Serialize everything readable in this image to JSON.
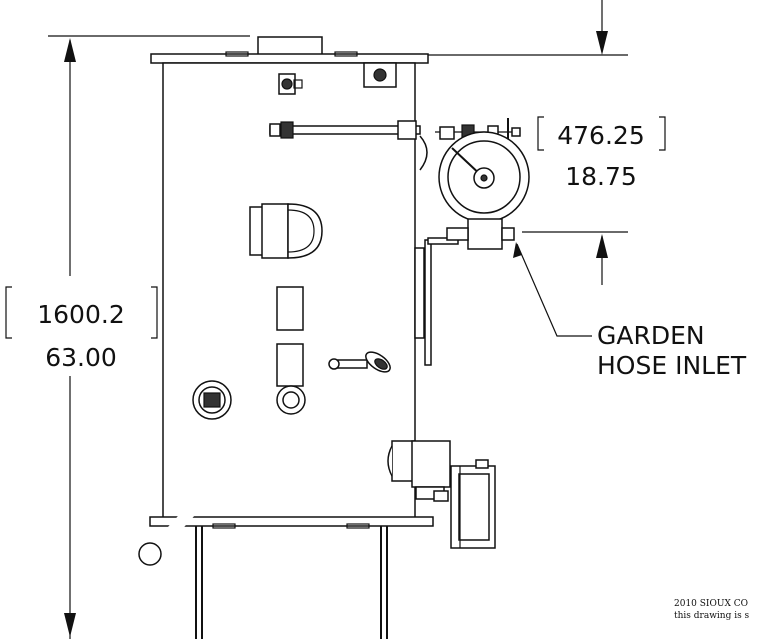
{
  "dimensions": {
    "height_metric": "1600.2",
    "height_imperial": "63.00",
    "inlet_metric": "476.25",
    "inlet_imperial": "18.75"
  },
  "callout": {
    "line1": "GARDEN",
    "line2": "HOSE INLET"
  },
  "footer": {
    "line1": "2010 SIOUX CO",
    "line2": "this drawing is s"
  }
}
